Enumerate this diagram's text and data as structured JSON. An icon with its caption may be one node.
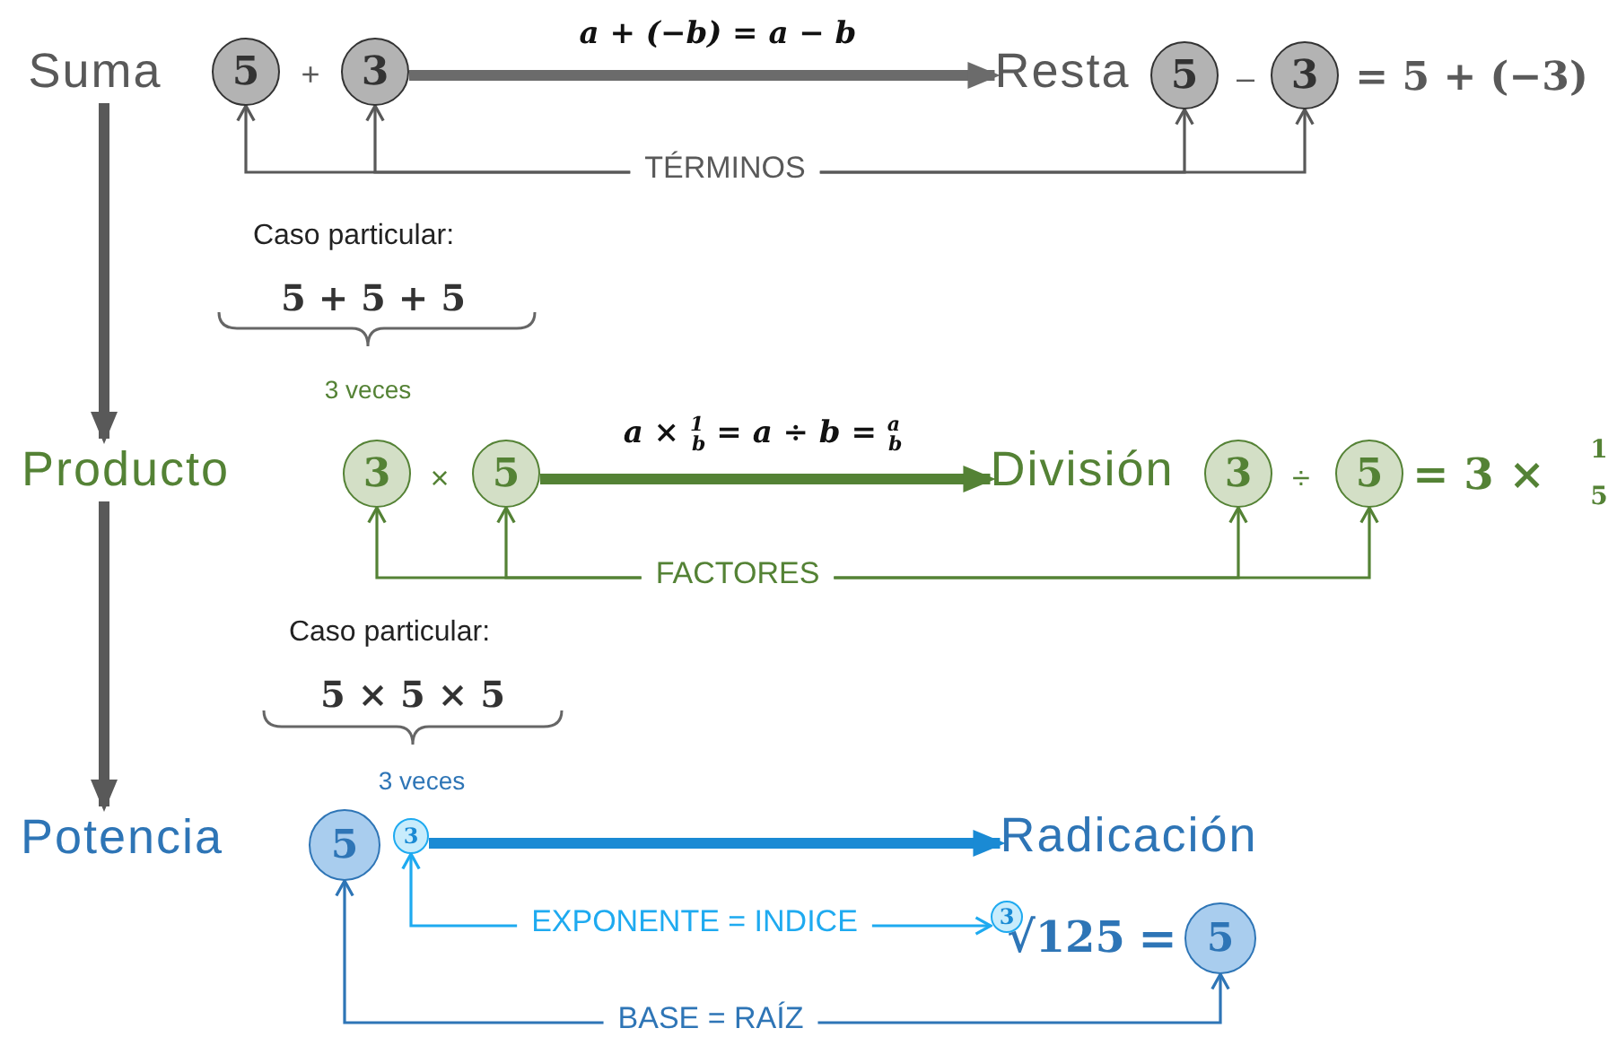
{
  "diagram": {
    "nodes": [
      {
        "text": [
          "Suma"
        ]
      },
      {
        "text": [
          "5"
        ]
      },
      {
        "text": [
          "3"
        ]
      },
      {
        "text": [
          "Resta"
        ]
      },
      {
        "text": [
          "5"
        ]
      },
      {
        "text": [
          "3"
        ]
      },
      {
        "text": [
          "TÉRMINOS"
        ]
      },
      {
        "text": [
          "Producto"
        ]
      },
      {
        "text": [
          "3"
        ]
      },
      {
        "text": [
          "5"
        ]
      },
      {
        "text": [
          "División"
        ]
      },
      {
        "text": [
          "3"
        ]
      },
      {
        "text": [
          "5"
        ]
      },
      {
        "text": [
          "FACTORES"
        ]
      },
      {
        "text": [
          "Potencia"
        ]
      },
      {
        "text": [
          "5"
        ]
      },
      {
        "text": [
          "3"
        ]
      },
      {
        "text": [
          "Radicación"
        ]
      },
      {
        "text": [
          "EXPONENTE = INDICE"
        ]
      },
      {
        "text": [
          "3"
        ]
      },
      {
        "text": [
          "5"
        ]
      },
      {
        "text": [
          "BASE = RAÍZ"
        ]
      }
    ],
    "edges": [
      {
        "from": 0,
        "to": 7,
        "arrow": "to",
        "style": "thick",
        "color": "#595959"
      },
      {
        "from": 7,
        "to": 14,
        "arrow": "to",
        "style": "thick",
        "color": "#595959"
      },
      {
        "from": 2,
        "to": 3,
        "arrow": "to",
        "style": "thick",
        "color": "#6b6b6b",
        "label": "a + (−b) = a − b"
      },
      {
        "from": 9,
        "to": 10,
        "arrow": "to",
        "style": "thick",
        "color": "#548235",
        "label": "a × $^{1}$$_{b}$ = a ÷ b = $^{a}$$_{b}$"
      },
      {
        "from": 16,
        "to": 17,
        "arrow": "to",
        "style": "thick",
        "color": "#1a8ad4"
      },
      {
        "from": 6,
        "to": 1,
        "arrow": "to",
        "color": "#595959"
      },
      {
        "from": 6,
        "to": 2,
        "arrow": "to",
        "color": "#595959"
      },
      {
        "from": 6,
        "to": 4,
        "arrow": "to",
        "color": "#595959"
      },
      {
        "from": 6,
        "to": 5,
        "arrow": "to",
        "color": "#595959"
      },
      {
        "from": 13,
        "to": 8,
        "arrow": "to",
        "color": "#548235"
      },
      {
        "from": 13,
        "to": 9,
        "arrow": "to",
        "color": "#548235"
      },
      {
        "from": 13,
        "to": 11,
        "arrow": "to",
        "color": "#548235"
      },
      {
        "from": 13,
        "to": 12,
        "arrow": "to",
        "color": "#548235"
      },
      {
        "from": 18,
        "to": 16,
        "arrow": "to",
        "color": "#1eaaf0"
      },
      {
        "from": 18,
        "to": 19,
        "arrow": "to",
        "color": "#1eaaf0"
      },
      {
        "from": 21,
        "to": 15,
        "arrow": "to",
        "color": "#2e75b6"
      },
      {
        "from": 21,
        "to": 20,
        "arrow": "to",
        "color": "#2e75b6"
      }
    ],
    "labels": [
      "+",
      "–",
      "= 5 + (−3)",
      "Caso particular:",
      "5 + 5 + 5",
      "3 veces",
      "×",
      "÷",
      "= 3 ×",
      "1",
      "5",
      "Caso particular:",
      "5 × 5 × 5",
      "3 veces",
      "√125",
      "="
    ]
  }
}
